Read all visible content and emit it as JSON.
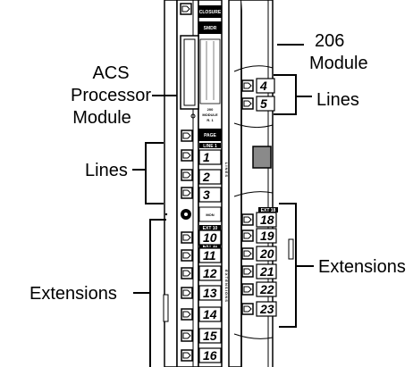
{
  "labels": {
    "module_206": [
      "206",
      "Module"
    ],
    "acs_module": [
      "ACS",
      "Processor",
      "Module"
    ],
    "lines_left": "Lines",
    "lines_right": "Lines",
    "extensions_left": "Extensions",
    "extensions_right": "Extensions"
  },
  "acs_panel": {
    "buttons": {
      "closure": "CLOSURE",
      "smdr": "SMDR",
      "page": "PAGE",
      "mon": "MON"
    },
    "module_tag": [
      "200",
      "MODULE",
      "R. 1"
    ],
    "group_tags": {
      "line": "LINE 1",
      "ext_a": "EXT 10",
      "ext_b": "EXT 11"
    },
    "side_text": {
      "lines": "L I N E S",
      "ext": "E X T E N S I O N S"
    }
  },
  "acs_ports": {
    "lines": [
      "1",
      "2",
      "3"
    ],
    "extensions": [
      "10",
      "11",
      "12",
      "13",
      "14",
      "15",
      "16"
    ]
  },
  "module206": {
    "line_ports": [
      "4",
      "5"
    ],
    "ext_tag": "EXT 18",
    "ext_ports": [
      "18",
      "19",
      "20",
      "21",
      "22",
      "23"
    ]
  }
}
